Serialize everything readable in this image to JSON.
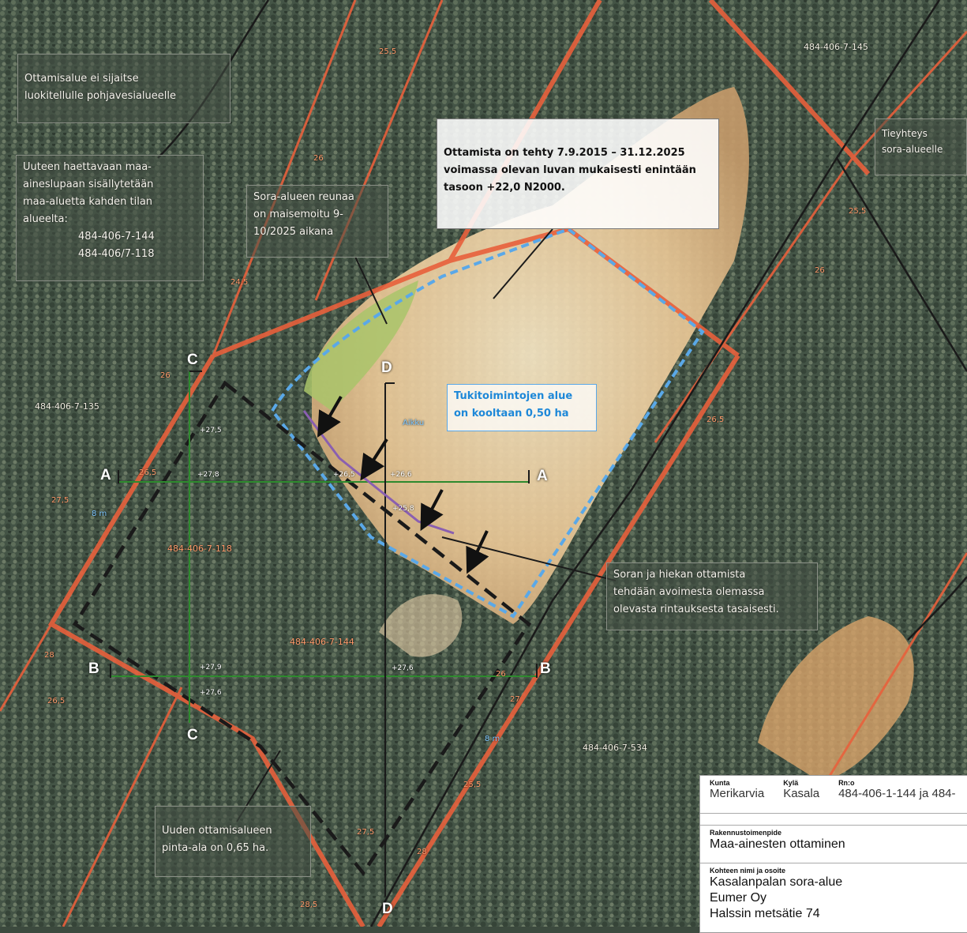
{
  "map": {
    "plots": [
      {
        "id": "p1",
        "label": "484-406-7-145"
      },
      {
        "id": "p2",
        "label": "484-406-7-135"
      },
      {
        "id": "p3",
        "label": "484-406-7-118"
      },
      {
        "id": "p4",
        "label": "484-406-7-144"
      },
      {
        "id": "p5",
        "label": "484-406-7-534"
      }
    ],
    "elevations": [
      "25,5",
      "26",
      "24,5",
      "26",
      "25,5",
      "26",
      "26,5",
      "27,5",
      "26,5",
      "28",
      "26,5",
      "26",
      "27",
      "25,5",
      "27,5",
      "28",
      "28,5"
    ],
    "section_labels": {
      "a": "A",
      "b": "B",
      "c": "C",
      "d": "D"
    },
    "point_labels": [
      "+26,5",
      "+26,6",
      "+25,8",
      "+27,5",
      "+27,8",
      "+27,9",
      "+27,6",
      "+27,6"
    ],
    "blue_label": "Aikku",
    "blue_small": [
      "8 m",
      "8 m"
    ]
  },
  "notes": {
    "groundwater": [
      "Ottamisalue ei sijaitse",
      "luokitellulle pohjavesialueelle"
    ],
    "new_permit": [
      "Uuteen haettavaan maa-",
      "aineslupaan sisällytetään",
      "maa-aluetta kahden tilan",
      "alueelta:",
      "484-406-7-144",
      "484-406/7-118"
    ],
    "landscaped": [
      "Sora-alueen reunaa",
      "on maisemoitu 9-",
      "10/2025 aikana"
    ],
    "extraction_done": [
      "Ottamista on tehty 7.9.2015 – 31.12.2025",
      "voimassa olevan luvan mukaisesti enintään",
      "tasoon +22,0 N2000."
    ],
    "road_access": [
      "Tieyhteys",
      "sora-alueelle"
    ],
    "support_area": [
      "Tukitoimintojen alue",
      "on kooltaan 0,50 ha"
    ],
    "extraction_method": [
      "Soran ja hiekan ottamista",
      "tehdään avoimesta olemassa",
      "olevasta rintauksesta tasaisesti."
    ],
    "new_area": [
      "Uuden ottamisalueen",
      "pinta-ala on 0,65 ha."
    ]
  },
  "title_block": {
    "municipality_label": "Kunta",
    "municipality": "Merikarvia",
    "village_label": "Kylä",
    "village": "Kasala",
    "property_label": "Rn:o",
    "property": "484-406-1-144 ja 484-",
    "action_label": "Rakennustoimenpide",
    "action": "Maa-ainesten ottaminen",
    "site_label": "Kohteen nimi ja osoite",
    "site_name": "Kasalanpalan sora-alue",
    "company": "Eumer Oy",
    "address": "Halssin metsätie 74"
  },
  "colors": {
    "boundary": "#e8603c",
    "support_area": "#58a8e8",
    "sections": "#3a9a3a",
    "new_area": "#1a1a1a",
    "road": "#1a1a1a"
  }
}
